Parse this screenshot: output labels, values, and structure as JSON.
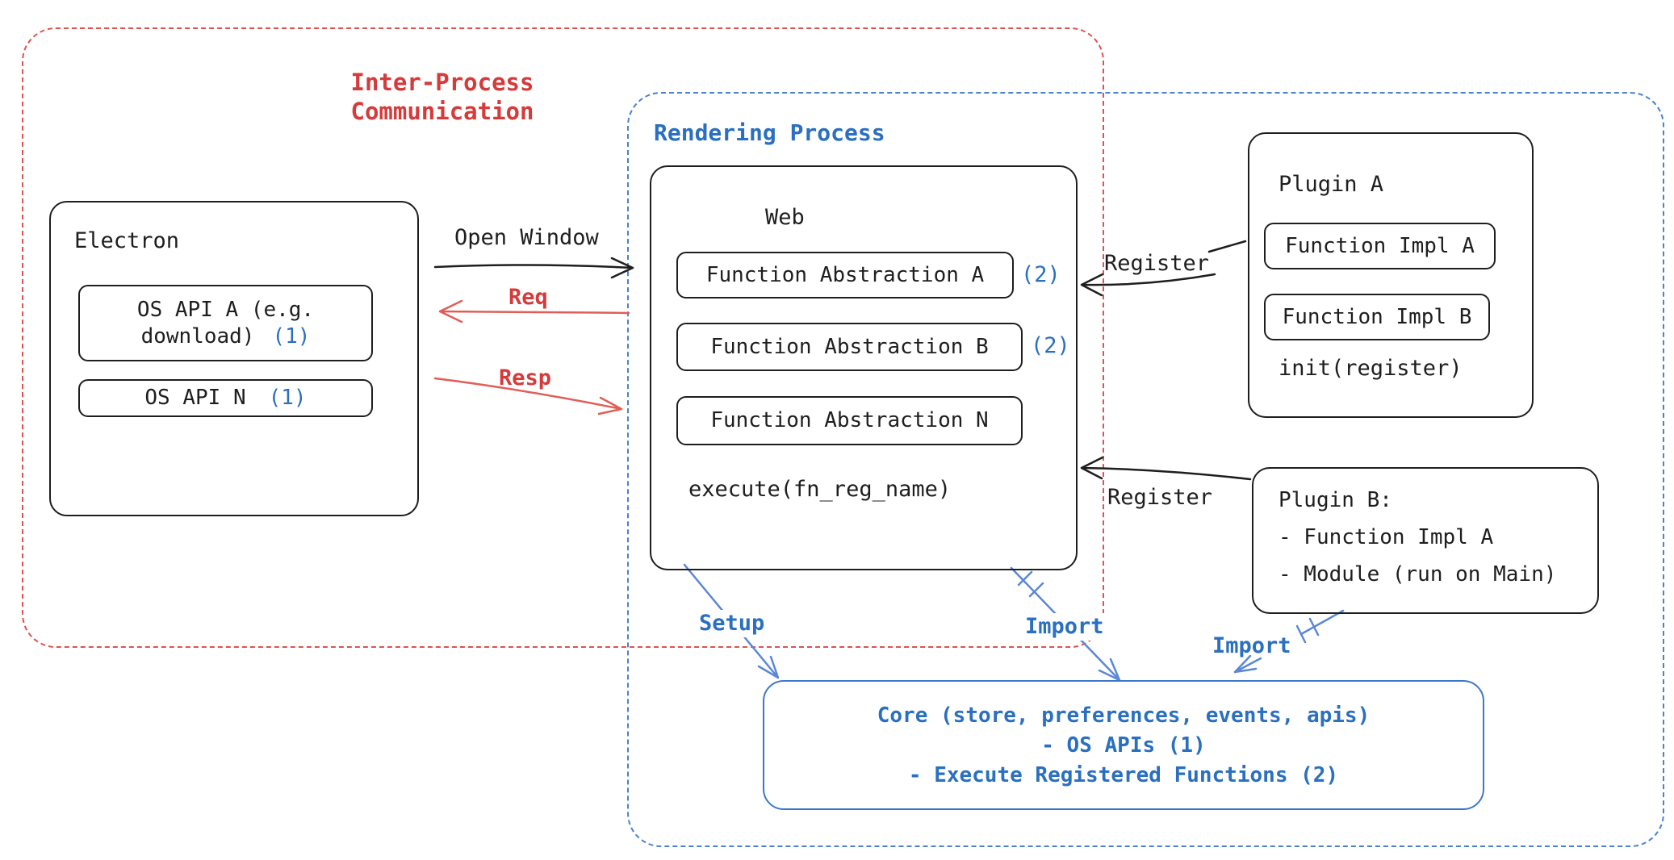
{
  "colors": {
    "red_accent": "#d63b3b",
    "blue_accent": "#2a6fc0",
    "ink": "#1e1e1e"
  },
  "groups": {
    "ipc_label": "Inter-Process\nCommunication",
    "rendering_label": "Rendering Process"
  },
  "electron": {
    "title": "Electron",
    "api_a_line1": "OS API A (e.g.",
    "api_a_line2": "download)",
    "api_a_ref": "(1)",
    "api_n_label": "OS API N",
    "api_n_ref": "(1)"
  },
  "web": {
    "title": "Web",
    "abstractions": [
      {
        "label": "Function Abstraction A",
        "ref": "(2)"
      },
      {
        "label": "Function Abstraction B",
        "ref": "(2)"
      },
      {
        "label": "Function Abstraction N",
        "ref": ""
      }
    ],
    "execute_label": "execute(fn_reg_name)"
  },
  "plugin_a": {
    "title": "Plugin A",
    "impl_a": "Function Impl A",
    "impl_b": "Function Impl B",
    "init_label": "init(register)"
  },
  "plugin_b": {
    "title": "Plugin B:",
    "item_1": "- Function Impl A",
    "item_2": "- Module (run on Main)"
  },
  "core": {
    "line_1": "Core (store, preferences, events, apis)",
    "line_2": "- OS APIs (1)",
    "line_3": "- Execute Registered Functions (2)"
  },
  "arrows": {
    "open_window": "Open Window",
    "req": "Req",
    "resp": "Resp",
    "register_a": "Register",
    "register_b": "Register",
    "setup": "Setup",
    "import_web": "Import",
    "import_plugin": "Import"
  }
}
